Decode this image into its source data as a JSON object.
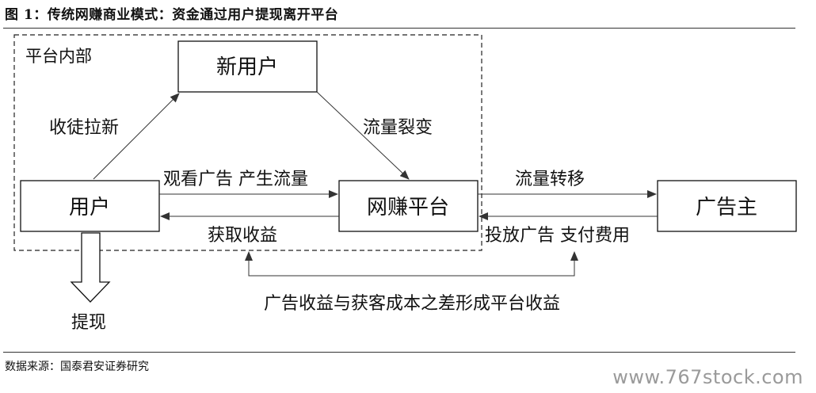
{
  "figure": {
    "title": "图 1：传统网赚商业模式：资金通过用户提现离开平台",
    "source": "数据来源：国泰君安证券研究",
    "watermark": "www.767stock.com"
  },
  "diagram": {
    "region_label": "平台内部",
    "nodes": {
      "new_user": "新用户",
      "user": "用户",
      "platform": "网赚平台",
      "advertiser": "广告主"
    },
    "edges": {
      "user_to_new_user": "收徒拉新",
      "new_user_to_platform": "流量裂变",
      "user_to_platform": "观看广告 产生流量",
      "platform_to_user": "获取收益",
      "platform_to_advertiser": "流量转移",
      "advertiser_to_platform": "投放广告 支付费用"
    },
    "withdraw_label": "提现",
    "margin_note": "广告收益与获客成本之差形成平台收益"
  }
}
